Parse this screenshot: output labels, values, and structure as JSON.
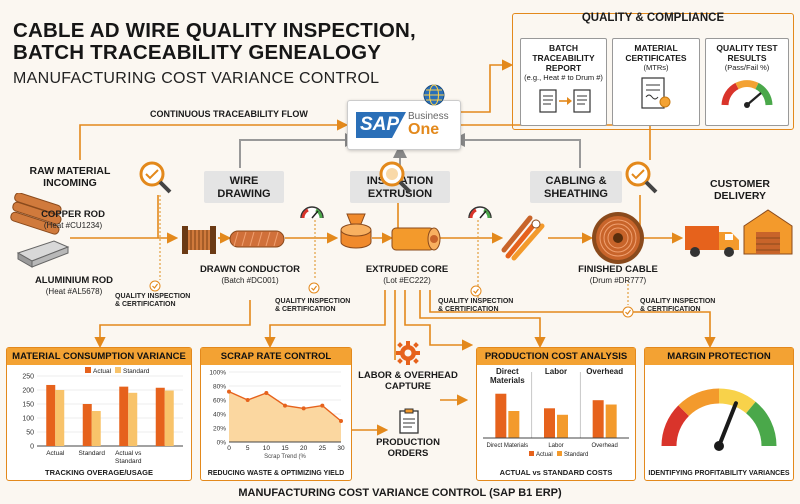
{
  "title": {
    "line1": "CABLE AD WIRE QUALITY INSPECTION,",
    "line2": "BATCH TRACEABILITY GENEALOGY",
    "line3": "MANUFACTURING COST VARIANCE CONTROL"
  },
  "quality_panel": {
    "title": "QUALITY & COMPLIANCE",
    "card1_title": "BATCH TRACEABILITY REPORT",
    "card1_sub": "(e.g., Heat # to Drum #)",
    "card2_title": "MATERIAL CERTIFICATES",
    "card2_sub": "(MTRs)",
    "card3_title": "QUALITY TEST RESULTS",
    "card3_sub": "(Pass/Fail %)"
  },
  "flow_label": "CONTINUOUS TRACEABILITY FLOW",
  "sap": {
    "main": "SAP",
    "business": "Business",
    "one": "One"
  },
  "raw": {
    "title": "RAW MATERIAL INCOMING",
    "copper": "COPPER ROD",
    "copper_heat": "(Heat #CU1234)",
    "alu": "ALUMINIUM ROD",
    "alu_heat": "(Heat #AL5678)"
  },
  "stages": {
    "wire_drawing": "WIRE DRAWING",
    "insulation": "INSULATION EXTRUSION",
    "cabling": "CABLING & SHEATHING"
  },
  "products": {
    "drawn": "DRAWN CONDUCTOR",
    "drawn_batch": "(Batch #DC001)",
    "core": "EXTRUDED CORE",
    "core_lot": "(Lot #EC222)",
    "finished": "FINISHED CABLE",
    "finished_drum": "(Drum #DR777)"
  },
  "qi_label": "QUALITY INSPECTION & CERTIFICATION",
  "delivery": "CUSTOMER DELIVERY",
  "labor": "LABOR & OVERHEAD CAPTURE",
  "prod_orders": "PRODUCTION ORDERS",
  "footer": "MANUFACTURING COST VARIANCE CONTROL (SAP B1 ERP)",
  "colors": {
    "accent": "#f3a233",
    "dark": "#1a1a1a",
    "sap_blue": "#2a6fb8"
  },
  "chart_data": [
    {
      "type": "bar",
      "title": "MATERIAL CONSUMPTION VARIANCE",
      "categories": [
        "Actual",
        "Standard",
        "Actual vs Standard",
        ""
      ],
      "series": [
        {
          "name": "Actual",
          "values": [
            218,
            150,
            212,
            208
          ]
        },
        {
          "name": "Standard",
          "values": [
            200,
            125,
            190,
            198
          ]
        }
      ],
      "ylim": [
        0,
        250
      ],
      "yticks": [
        0,
        50,
        100,
        150,
        200,
        250
      ],
      "caption": "TRACKING OVERAGE/USAGE"
    },
    {
      "type": "area",
      "title": "SCRAP RATE CONTROL",
      "x": [
        0,
        5,
        10,
        15,
        20,
        25,
        30
      ],
      "values": [
        72,
        60,
        70,
        52,
        48,
        52,
        30
      ],
      "ylim": [
        0,
        100
      ],
      "yticks": [
        "0%",
        "20%",
        "40%",
        "60%",
        "80%",
        "100%"
      ],
      "xlabel": "Scrap Trend (%",
      "caption": "REDUCING WASTE & OPTIMIZING YIELD"
    },
    {
      "type": "bar",
      "title": "PRODUCTION COST ANALYSIS",
      "group_labels": [
        "Direct Materials",
        "Labor",
        "Overhead"
      ],
      "categories": [
        "Direct Materials",
        "Labor",
        "Overhead"
      ],
      "series": [
        {
          "name": "Actual",
          "values": [
            82,
            55,
            70
          ]
        },
        {
          "name": "Standard",
          "values": [
            50,
            43,
            62
          ]
        }
      ],
      "ylim": [
        0,
        100
      ],
      "caption": "ACTUAL vs STANDARD COSTS"
    },
    {
      "type": "gauge",
      "title": "MARGIN PROTECTION",
      "value": 0.62,
      "caption": "IDENTIFYING PROFITABILITY VARIANCES"
    }
  ]
}
